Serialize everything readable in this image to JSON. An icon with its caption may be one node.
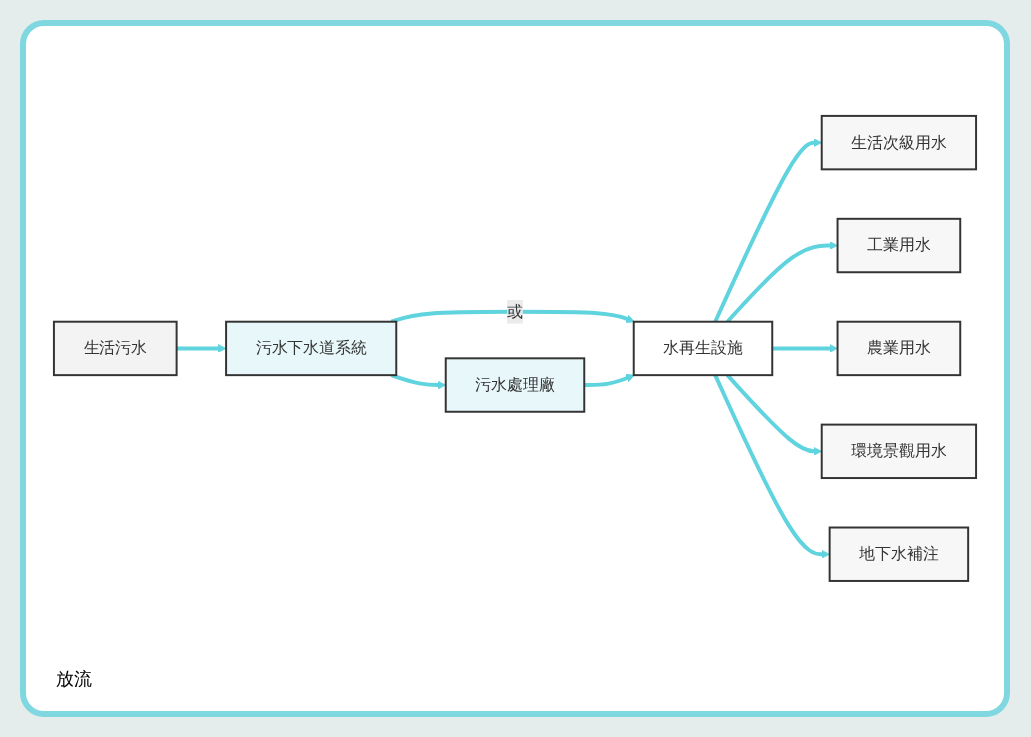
{
  "diagram": {
    "nodes": [
      {
        "text": [
          "生活污水"
        ]
      },
      {
        "text": [
          "污水下水道系統"
        ]
      },
      {
        "text": [
          "污水處理廠"
        ]
      },
      {
        "text": [
          "水再生設施"
        ]
      },
      {
        "text": [
          "生活次級用水"
        ]
      },
      {
        "text": [
          "工業用水"
        ]
      },
      {
        "text": [
          "農業用水"
        ]
      },
      {
        "text": [
          "環境景觀用水"
        ]
      },
      {
        "text": [
          "地下水補注"
        ]
      }
    ],
    "edges": [
      {
        "from": 0,
        "to": 1,
        "arrow": "to"
      },
      {
        "from": 1,
        "to": 2,
        "arrow": "to"
      },
      {
        "from": 1,
        "to": 3,
        "arrow": "to",
        "label": "或"
      },
      {
        "from": 2,
        "to": 3,
        "arrow": "to"
      },
      {
        "from": 3,
        "to": 4,
        "arrow": "to"
      },
      {
        "from": 3,
        "to": 5,
        "arrow": "to"
      },
      {
        "from": 3,
        "to": 6,
        "arrow": "to"
      },
      {
        "from": 3,
        "to": 7,
        "arrow": "to"
      },
      {
        "from": 3,
        "to": 8,
        "arrow": "to"
      }
    ],
    "labels": [
      "放流"
    ]
  }
}
